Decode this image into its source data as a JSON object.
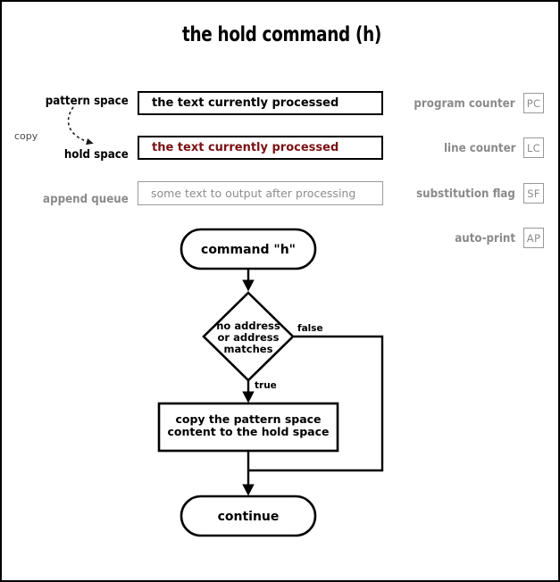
{
  "title": "the hold command (h)",
  "registers": [
    {
      "name": "pattern-space",
      "label": "pattern space",
      "value": "the text currently processed",
      "state": "active",
      "color": "#000000"
    },
    {
      "name": "hold-space",
      "label": "hold space",
      "value": "the text currently processed",
      "state": "active",
      "color": "#7a1113"
    },
    {
      "name": "append-queue",
      "label": "append queue",
      "value": "some text to output after processing",
      "state": "inactive",
      "color": "#8d8d8d"
    }
  ],
  "copy_annotation": {
    "label": "copy"
  },
  "flags": [
    {
      "name": "program-counter",
      "label": "program counter",
      "abbr": "PC",
      "state": "inactive"
    },
    {
      "name": "line-counter",
      "label": "line counter",
      "abbr": "LC",
      "state": "inactive"
    },
    {
      "name": "substitution-flag",
      "label": "substitution flag",
      "abbr": "SF",
      "state": "inactive"
    },
    {
      "name": "auto-print",
      "label": "auto-print",
      "abbr": "AP",
      "state": "inactive"
    }
  ],
  "flowchart": {
    "start": {
      "label": "command \"h\"",
      "shape": "stadium"
    },
    "decision": {
      "line1": "no address",
      "line2": "or address",
      "line3": "matches",
      "shape": "diamond"
    },
    "branch_true_label": "true",
    "branch_false_label": "false",
    "process": {
      "line1": "copy the pattern space",
      "line2": "content to the hold space",
      "shape": "rect"
    },
    "end": {
      "label": "continue",
      "shape": "stadium"
    }
  },
  "colors": {
    "accent_maroon": "#7a1113",
    "inactive_gray": "#8d8d8d",
    "stroke_black": "#000000"
  }
}
